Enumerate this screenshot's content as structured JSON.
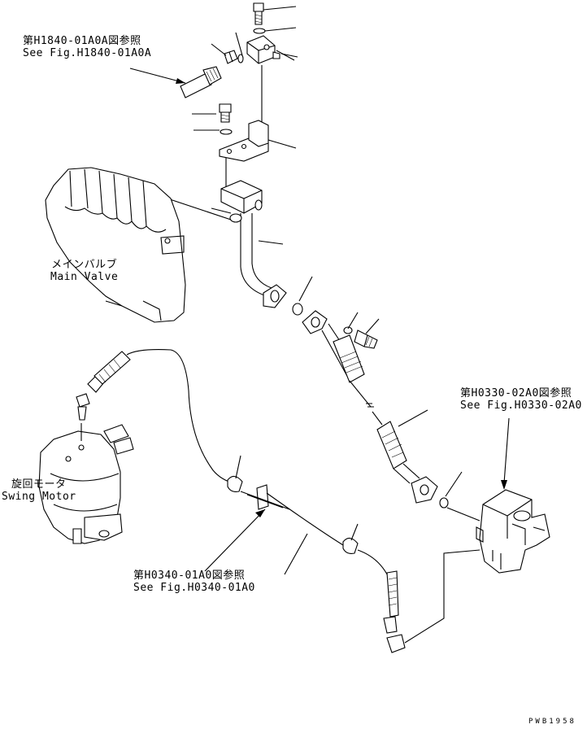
{
  "references": {
    "h1840": {
      "jp": "第H1840-01A0A図参照",
      "en": "See Fig.H1840-01A0A"
    },
    "h0330": {
      "jp": "第H0330-02A0図参照",
      "en": "See Fig.H0330-02A0"
    },
    "h0340": {
      "jp": "第H0340-01A0図参照",
      "en": "See Fig.H0340-01A0"
    }
  },
  "components": {
    "main_valve": {
      "jp": "メインバルブ",
      "en": "Main Valve"
    },
    "swing_motor": {
      "jp": "旋回モータ",
      "en": "Swing Motor"
    }
  },
  "drawing_code": "PWB1958"
}
